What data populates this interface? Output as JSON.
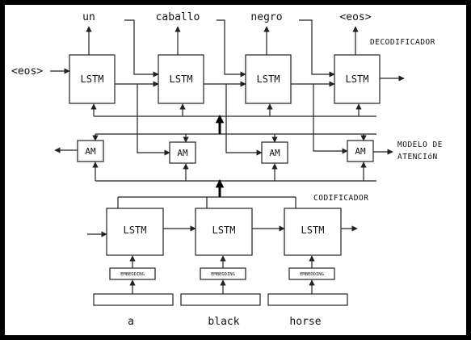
{
  "labels": {
    "decoder": "DECODIFICADOR",
    "attention_line1": "MODELO DE",
    "attention_line2": "ATENCIóN",
    "encoder": "CODIFICADOR",
    "start_token": "<eos>"
  },
  "decoder": {
    "cell_label": "LSTM",
    "outputs": [
      "un",
      "caballo",
      "negro",
      "<eos>"
    ]
  },
  "attention": {
    "cell_label": "AM"
  },
  "encoder": {
    "cell_label": "LSTM",
    "embedding_label": "EMBEDDING",
    "inputs": [
      "a",
      "black",
      "horse"
    ]
  }
}
